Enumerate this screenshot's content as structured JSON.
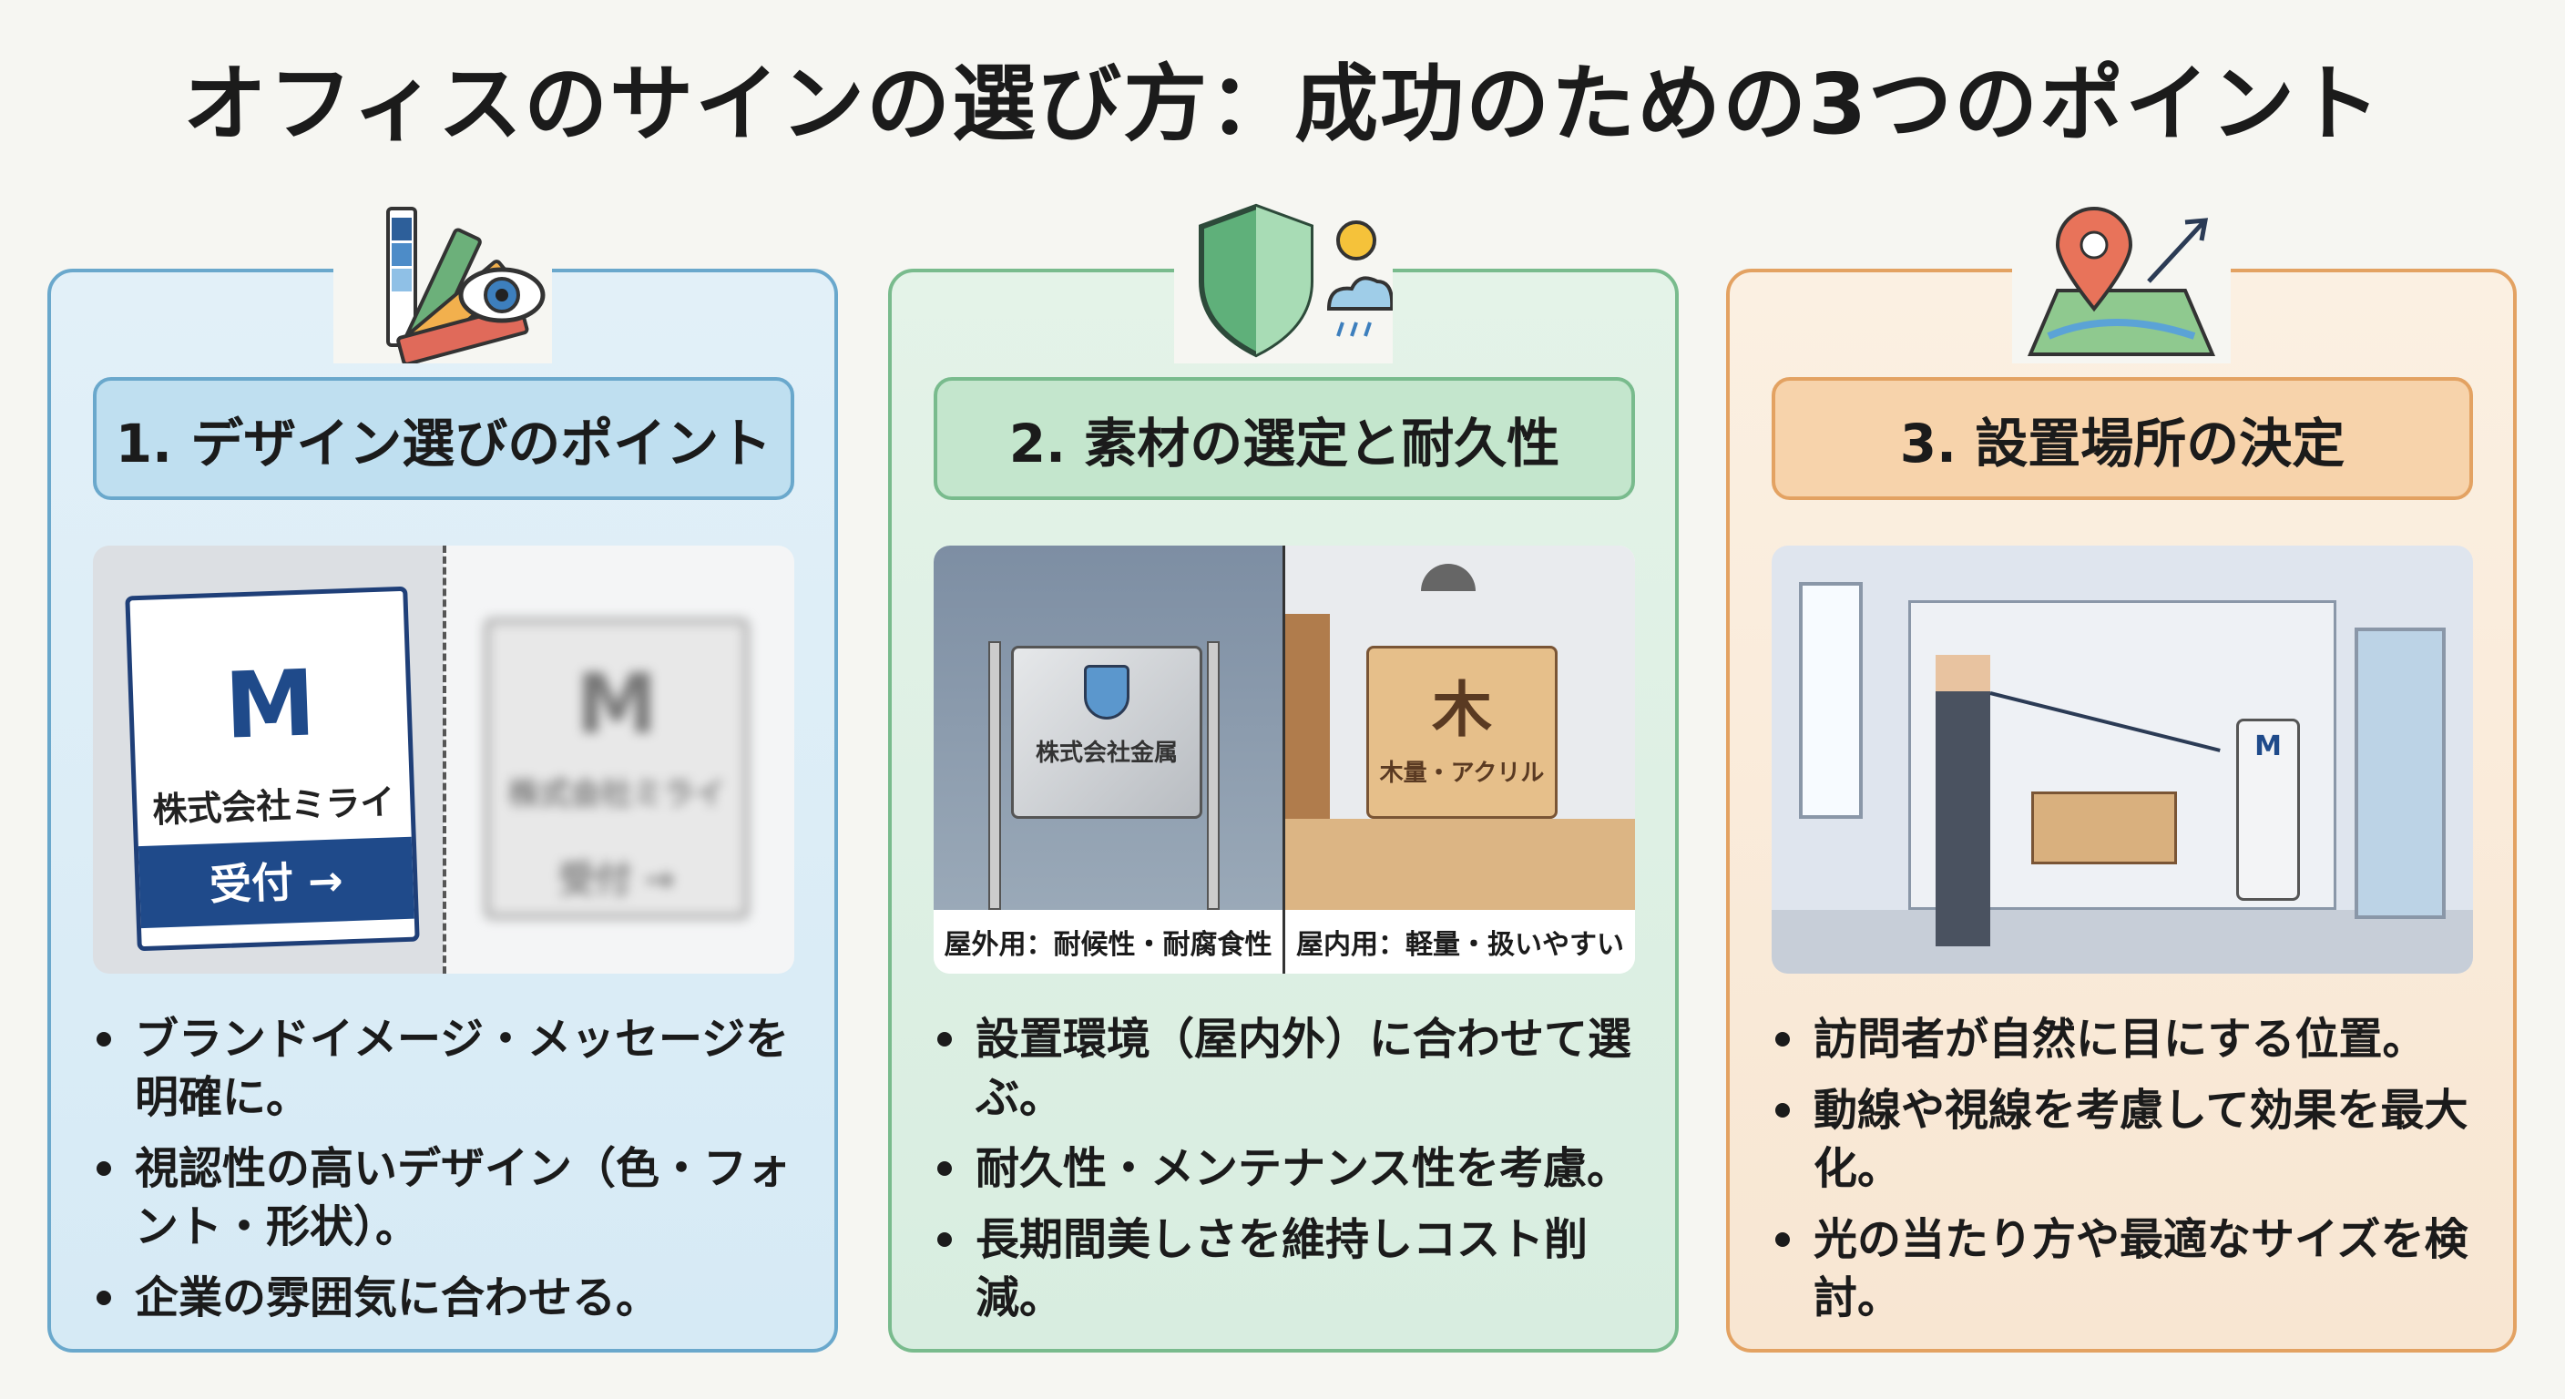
{
  "title": "オフィスのサインの選び方：成功のための3つのポイント",
  "panels": [
    {
      "header": "1. デザイン選びのポイント",
      "icon": "color-palette-eye-icon",
      "illustration": {
        "sign_company": "株式会社ミライ",
        "sign_button": "受付 →",
        "blur_company": "株式会社ミライ",
        "blur_button": "受付 →"
      },
      "bullets": [
        "ブランドイメージ・メッセージを明確に。",
        "視認性の高いデザイン（色・フォント・形状）。",
        "企業の雰囲気に合わせる。"
      ]
    },
    {
      "header": "2. 素材の選定と耐久性",
      "icon": "shield-weather-icon",
      "illustration": {
        "metal_sign": "株式会社金属",
        "wood_char": "木",
        "wood_sign": "木量・アクリル",
        "caption_outdoor": "屋外用：耐候性・耐腐食性",
        "caption_indoor": "屋内用：軽量・扱いやすい"
      },
      "bullets": [
        "設置環境（屋内外）に合わせて選ぶ。",
        "耐久性・メンテナンス性を考慮。",
        "長期間美しさを維持しコスト削減。"
      ]
    },
    {
      "header": "3. 設置場所の決定",
      "icon": "map-pin-icon",
      "illustration": {
        "kiosk_logo": "M"
      },
      "bullets": [
        "訪問者が自然に目にする位置。",
        "動線や視線を考慮して効果を最大化。",
        "光の当たり方や最適なサイズを検討。"
      ]
    }
  ],
  "colors": {
    "blue": "#6aa8cc",
    "green": "#79bb8d",
    "orange": "#e3a262"
  }
}
